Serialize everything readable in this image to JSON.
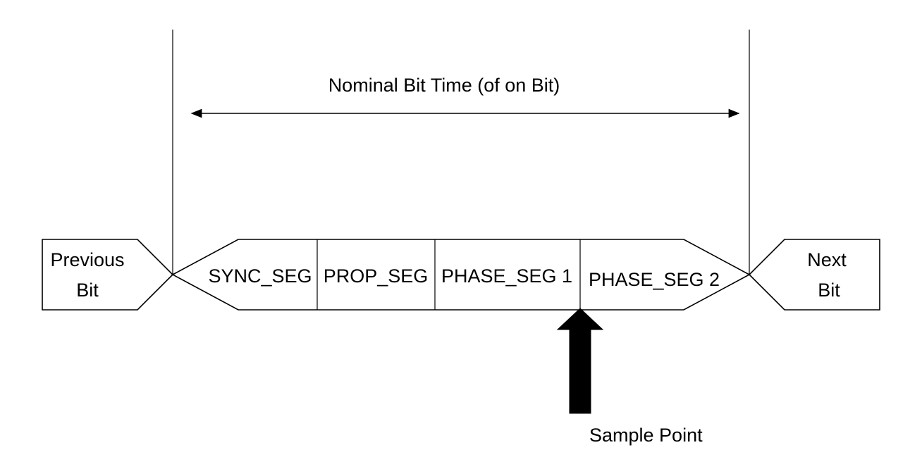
{
  "title": "Nominal Bit Time (of on Bit)",
  "previous_bit": [
    "Previous",
    "Bit"
  ],
  "next_bit": [
    "Next",
    "Bit"
  ],
  "segments": [
    {
      "id": "sync",
      "label": "SYNC_SEG"
    },
    {
      "id": "prop",
      "label": "PROP_SEG"
    },
    {
      "id": "phase1",
      "label": "PHASE_SEG 1"
    },
    {
      "id": "phase2",
      "label": "PHASE_SEG 2"
    }
  ],
  "sample_point_label": "Sample Point",
  "colors": {
    "stroke": "#000000",
    "background": "#ffffff",
    "arrow": "#000000"
  }
}
